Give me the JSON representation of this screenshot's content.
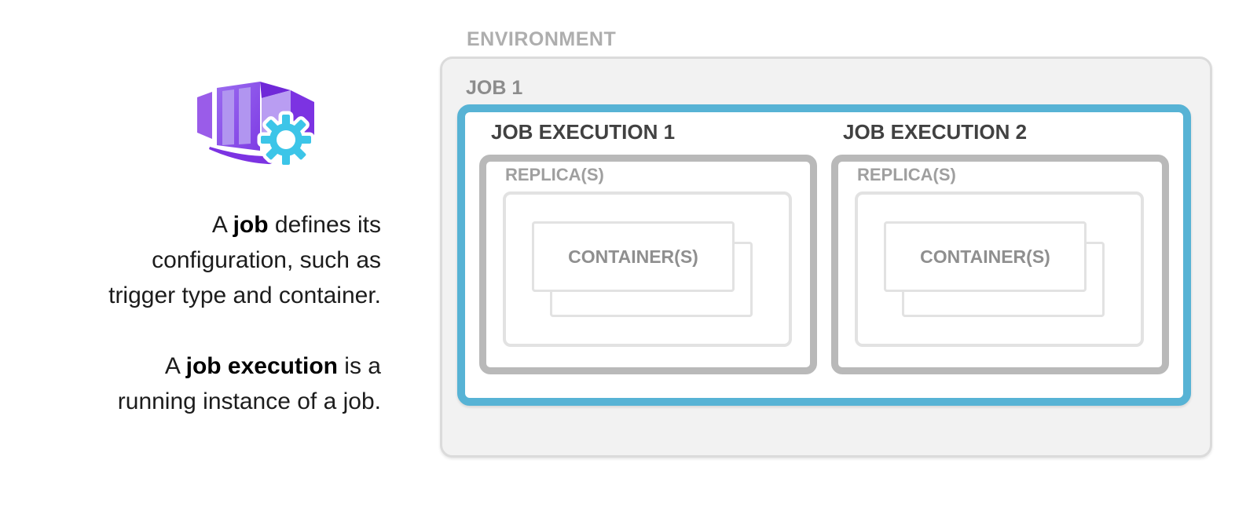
{
  "explanation": {
    "p1": {
      "l1a": "A ",
      "l1b": "job",
      "l1c": " defines its",
      "l2": "configuration, such as",
      "l3": "trigger type and container."
    },
    "p2": {
      "l1a": "A ",
      "l1b": "job execution",
      "l1c": " is a",
      "l2": "running instance of a job."
    }
  },
  "icon": {
    "name": "container-apps-job-icon",
    "colors": {
      "purple_front": "#8a53ea",
      "purple_front_light": "#9b6cf0",
      "purple_panel": "#b195f0",
      "purple_flap": "#9a5ce9",
      "purple_cube_light": "#b99df2",
      "purple_cube_dark": "#7c33e2",
      "purple_top": "#6f28d8",
      "gear_cyan": "#3cc5e8"
    }
  },
  "diagram": {
    "environment_label": "ENVIRONMENT",
    "job_label": "JOB 1",
    "executions": [
      {
        "label": "JOB EXECUTION 1",
        "replica_label": "REPLICA(S)",
        "container_label": "CONTAINER(S)"
      },
      {
        "label": "JOB EXECUTION 2",
        "replica_label": "REPLICA(S)",
        "container_label": "CONTAINER(S)"
      }
    ],
    "colors": {
      "environment_fill": "#f2f2f2",
      "environment_border": "#dbdbdb",
      "job_border": "#57b3d5",
      "execution_border": "#b9b9b9",
      "replica_border": "#e2e2e2",
      "container_border": "#e2e2e2",
      "label_gray_light": "#aeaeae",
      "label_gray": "#8c8c8c",
      "label_dark": "#414141",
      "text_dark": "#1c1c1c"
    }
  }
}
